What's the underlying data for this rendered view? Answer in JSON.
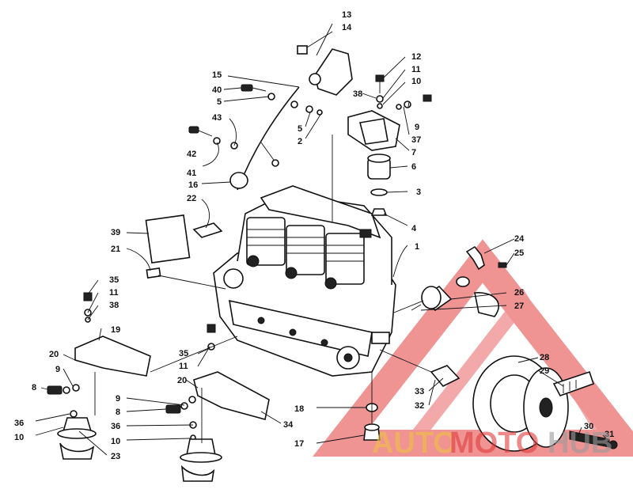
{
  "parts": [
    {
      "id": "1",
      "label": "1"
    },
    {
      "id": "2",
      "label": "2"
    },
    {
      "id": "3",
      "label": "3"
    },
    {
      "id": "4",
      "label": "4"
    },
    {
      "id": "5a",
      "label": "5"
    },
    {
      "id": "5b",
      "label": "5"
    },
    {
      "id": "6",
      "label": "6"
    },
    {
      "id": "7",
      "label": "7"
    },
    {
      "id": "8a",
      "label": "8"
    },
    {
      "id": "8b",
      "label": "8"
    },
    {
      "id": "9a",
      "label": "9"
    },
    {
      "id": "9b",
      "label": "9"
    },
    {
      "id": "9c",
      "label": "9"
    },
    {
      "id": "10a",
      "label": "10"
    },
    {
      "id": "10b",
      "label": "10"
    },
    {
      "id": "10c",
      "label": "10"
    },
    {
      "id": "11a",
      "label": "11"
    },
    {
      "id": "11b",
      "label": "11"
    },
    {
      "id": "11c",
      "label": "11"
    },
    {
      "id": "12",
      "label": "12"
    },
    {
      "id": "13",
      "label": "13"
    },
    {
      "id": "14",
      "label": "14"
    },
    {
      "id": "15",
      "label": "15"
    },
    {
      "id": "16",
      "label": "16"
    },
    {
      "id": "17",
      "label": "17"
    },
    {
      "id": "18",
      "label": "18"
    },
    {
      "id": "19",
      "label": "19"
    },
    {
      "id": "20a",
      "label": "20"
    },
    {
      "id": "20b",
      "label": "20"
    },
    {
      "id": "21",
      "label": "21"
    },
    {
      "id": "22",
      "label": "22"
    },
    {
      "id": "23",
      "label": "23"
    },
    {
      "id": "24",
      "label": "24"
    },
    {
      "id": "25",
      "label": "25"
    },
    {
      "id": "26",
      "label": "26"
    },
    {
      "id": "27",
      "label": "27"
    },
    {
      "id": "28",
      "label": "28"
    },
    {
      "id": "29",
      "label": "29"
    },
    {
      "id": "30",
      "label": "30"
    },
    {
      "id": "31",
      "label": "31"
    },
    {
      "id": "32",
      "label": "32"
    },
    {
      "id": "33",
      "label": "33"
    },
    {
      "id": "34",
      "label": "34"
    },
    {
      "id": "35a",
      "label": "35"
    },
    {
      "id": "35b",
      "label": "35"
    },
    {
      "id": "36a",
      "label": "36"
    },
    {
      "id": "36b",
      "label": "36"
    },
    {
      "id": "37",
      "label": "37"
    },
    {
      "id": "38a",
      "label": "38"
    },
    {
      "id": "38b",
      "label": "38"
    },
    {
      "id": "39",
      "label": "39"
    },
    {
      "id": "40",
      "label": "40"
    },
    {
      "id": "41",
      "label": "41"
    },
    {
      "id": "42",
      "label": "42"
    },
    {
      "id": "43",
      "label": "43"
    }
  ],
  "watermark": {
    "text_left": "AUTO",
    "text_mid": "MOTO",
    "text_right": "HUB",
    "colors": {
      "red": "#e23c3c",
      "gold": "#f0c040",
      "grey": "#9a9a9a"
    }
  }
}
